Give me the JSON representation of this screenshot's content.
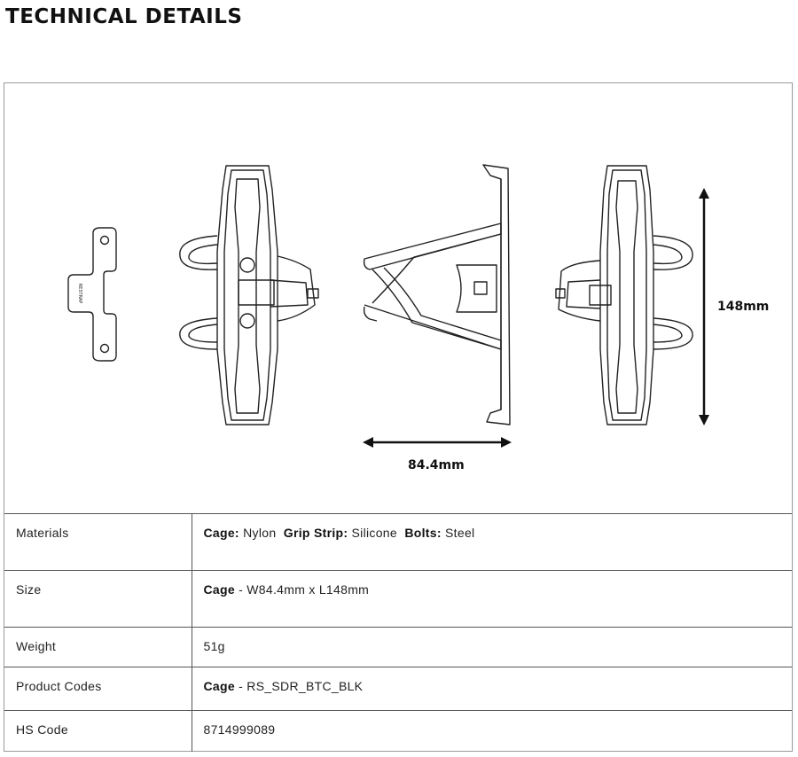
{
  "page": {
    "title": "TECHNICAL DETAILS"
  },
  "drawing": {
    "strap_text": "RESTRAP",
    "height_label": "148mm",
    "width_label": "84.4mm"
  },
  "specs": {
    "materials": {
      "label": "Materials",
      "cage_key": "Cage:",
      "cage_val": "Nylon",
      "grip_key": "Grip Strip:",
      "grip_val": "Silicone",
      "bolts_key": "Bolts:",
      "bolts_val": "Steel"
    },
    "size": {
      "label": "Size",
      "key": "Cage",
      "val": " - W84.4mm x L148mm"
    },
    "weight": {
      "label": "Weight",
      "val": "51g"
    },
    "codes": {
      "label": "Product Codes",
      "key": "Cage",
      "val": " - RS_SDR_BTC_BLK"
    },
    "hs": {
      "label": "HS Code",
      "val": "8714999089"
    }
  }
}
